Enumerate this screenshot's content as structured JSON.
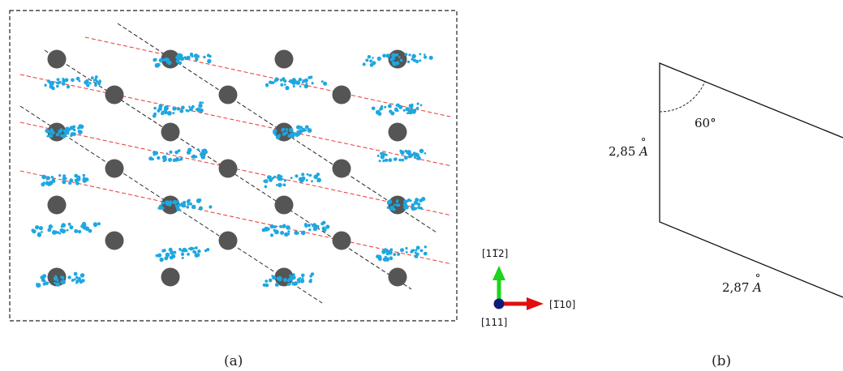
{
  "figure": {
    "caption_a": "(a)",
    "caption_b": "(b)"
  },
  "crystal_view": {
    "atom_color": "#555555",
    "ion_color": "#1ea7e1",
    "red_line_color": "#e53935",
    "black_line_color": "#222222"
  },
  "orientation_axes": {
    "up_label": "[11̅2]",
    "right_label": "[1̅10]",
    "out_label": "[111]",
    "up_color": "#1bd41b",
    "right_color": "#e01010",
    "out_color": "#0d1b7a"
  },
  "cell": {
    "left_edge_label": "2,85",
    "bottom_edge_label": "2,87",
    "unit": "A",
    "angle_label": "60°"
  }
}
